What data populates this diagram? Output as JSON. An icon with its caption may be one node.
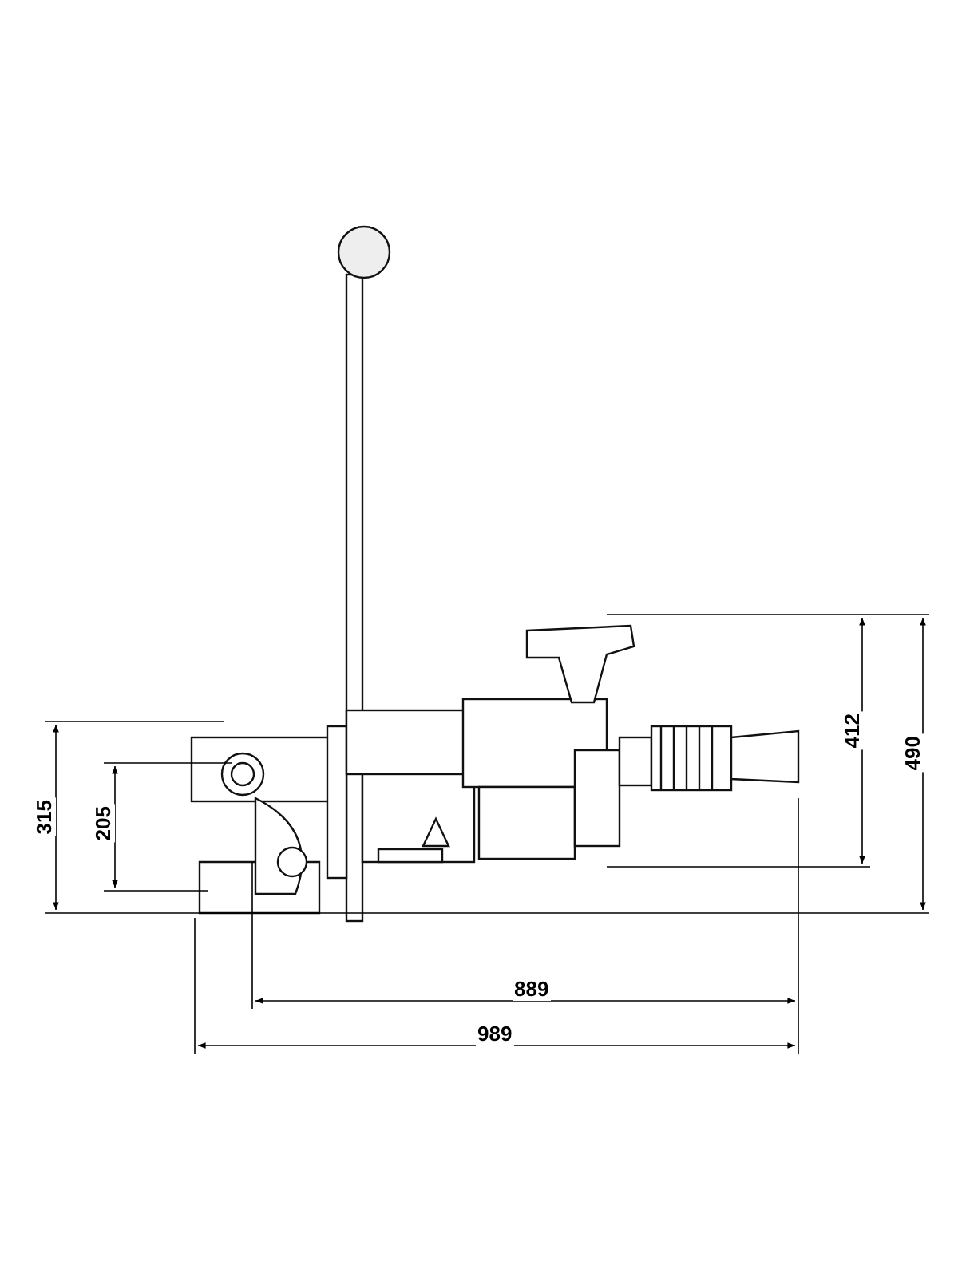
{
  "diagram": {
    "labels": [
      "412",
      "490",
      "315",
      "205",
      "889",
      "989"
    ]
  }
}
